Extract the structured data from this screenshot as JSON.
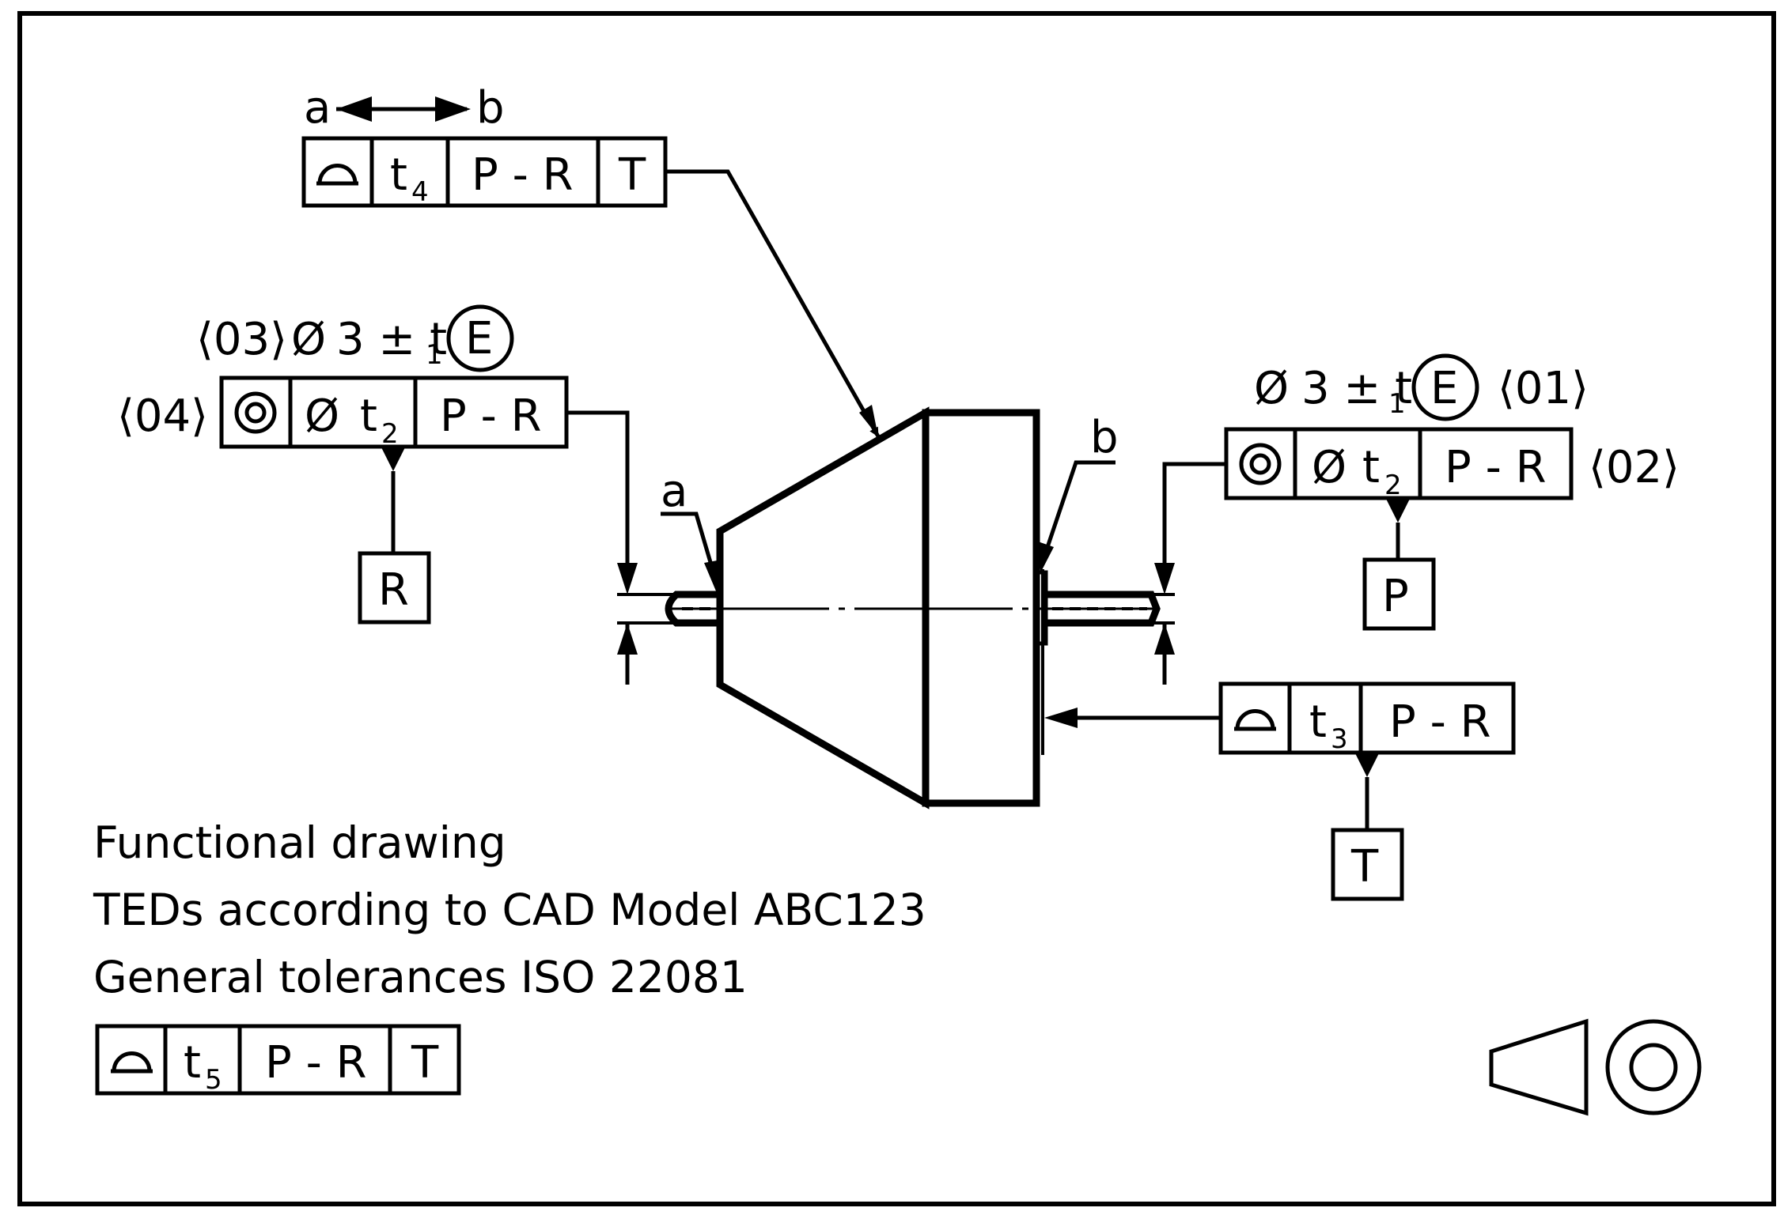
{
  "fcf_top": {
    "arrow_from": "a",
    "arrow_to": "b",
    "symbol": "profile-of-surface-icon",
    "tolerance": "t",
    "tolerance_sub": "4",
    "datum_ref": "P - R",
    "modifier": "T"
  },
  "fcf_left": {
    "dim_id": "⟨03⟩",
    "dim_symbol": "Ø",
    "dim_value": "3 ± t",
    "dim_sub": "1",
    "dim_modifier": "E",
    "fcf_id": "⟨04⟩",
    "symbol": "concentricity-icon",
    "tol_symbol": "Ø",
    "tolerance": "t",
    "tolerance_sub": "2",
    "datum_ref": "P - R",
    "datum_label": "R"
  },
  "fcf_right": {
    "dim_symbol": "Ø",
    "dim_value": "3 ± t",
    "dim_sub": "1",
    "dim_modifier": "E",
    "dim_id": "⟨01⟩",
    "fcf_id": "⟨02⟩",
    "symbol": "concentricity-icon",
    "tol_symbol": "Ø",
    "tolerance": "t",
    "tolerance_sub": "2",
    "datum_ref": "P - R",
    "datum_label": "P"
  },
  "fcf_lower_right": {
    "symbol": "profile-of-surface-icon",
    "tolerance": "t",
    "tolerance_sub": "3",
    "datum_ref": "P - R",
    "datum_label": "T"
  },
  "labels": {
    "a": "a",
    "b": "b"
  },
  "notes": {
    "line1": "Functional drawing",
    "line2": "TEDs according to CAD Model ABC123",
    "line3": "General tolerances ISO 22081"
  },
  "fcf_general": {
    "symbol": "profile-of-surface-icon",
    "tolerance": "t",
    "tolerance_sub": "5",
    "datum_ref": "P - R",
    "modifier": "T"
  },
  "projection_symbol": "first-angle-projection-icon"
}
